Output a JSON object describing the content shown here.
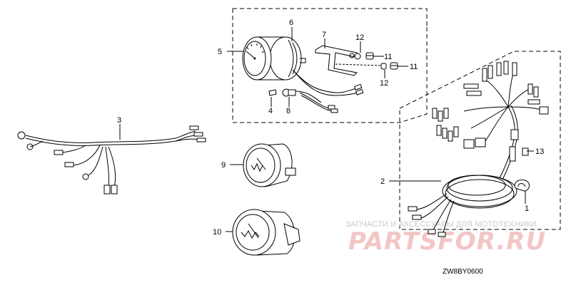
{
  "callouts": {
    "c1": "1",
    "c2": "2",
    "c3": "3",
    "c4": "4",
    "c5": "5",
    "c6": "6",
    "c7": "7",
    "c8": "8",
    "c9": "9",
    "c10": "10",
    "c11a": "11",
    "c11b": "11",
    "c12a": "12",
    "c12b": "12",
    "c13": "13"
  },
  "diagram_code": "ZW8BY0600",
  "watermark": {
    "caption": "ЗАПЧАСТИ И АКСЕССУАРЫ ДЛЯ МОТОТЕХНИКИ",
    "brand": "PARTSFOR.RU"
  }
}
